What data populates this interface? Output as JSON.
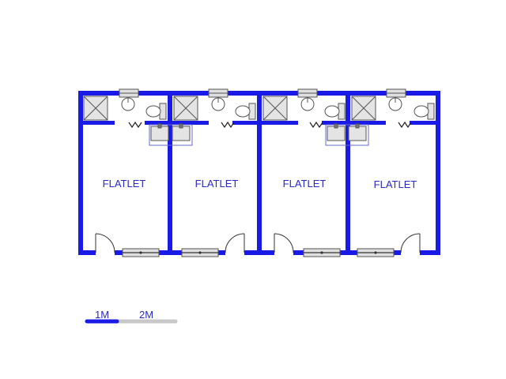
{
  "floorplan": {
    "rooms": [
      {
        "label": "FLATLET"
      },
      {
        "label": "FLATLET"
      },
      {
        "label": "FLATLET"
      },
      {
        "label": "FLATLET"
      }
    ],
    "scale_bar": {
      "label_1": "1M",
      "label_2": "2M"
    },
    "colors": {
      "wall": "#1a1ae6",
      "label": "#2a2ac8",
      "fixture_line": "#555555",
      "fixture_fill": "#d9d9d9",
      "scale_grey": "#c8c8c8"
    },
    "icons": [
      "shower-icon",
      "basin-icon",
      "toilet-icon",
      "sink-icon",
      "door-swing-icon",
      "window-icon"
    ]
  }
}
